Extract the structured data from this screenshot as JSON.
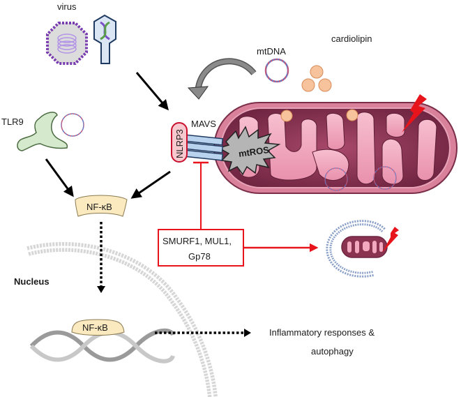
{
  "labels": {
    "virus": "virus",
    "mtdna": "mtDNA",
    "cardiolipin": "cardiolipin",
    "tlr9": "TLR9",
    "mavs": "MAVS",
    "nlrp3": "NLRP3",
    "mtros": "mtROS",
    "nfkb_cytoplasm": "NF-κB",
    "nfkb_nucleus": "NF-κB",
    "nucleus": "Nucleus",
    "e3_line1": "SMURF1, MUL1,",
    "e3_line2": "Gp78",
    "outcome_line1": "Inflammatory responses &",
    "outcome_line2": "autophagy"
  },
  "colors": {
    "inhibition_red": "#e8141c",
    "mito_outer": "#d9809a",
    "mito_matrix": "#8a3350",
    "cristae": "#f2a8bf",
    "nlrp3_fill": "#f7c9cf",
    "nfkb_fill": "#fbeac0",
    "tlr9_fill": "#d5e9cc",
    "cardiolipin_fill": "#f6c39c",
    "mavs_fill": "#b9d3ee",
    "membrane_gray": "#d6d6d6",
    "phagophore_blue": "#8aa0c8"
  }
}
